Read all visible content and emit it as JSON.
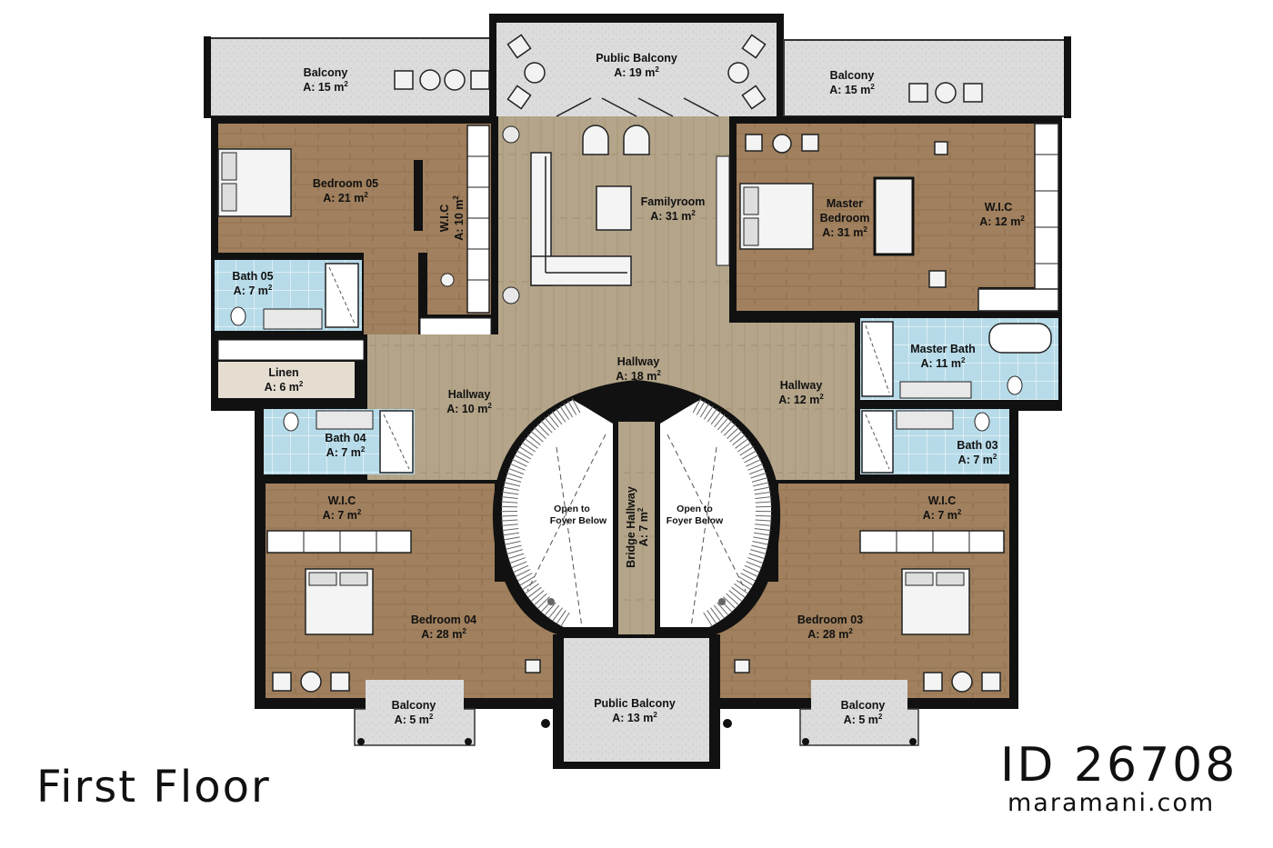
{
  "plan_title": "First Floor",
  "plan_id": "ID 26708",
  "website": "maramani.com",
  "area_superscript": "2",
  "colors": {
    "wood": "#a0805e",
    "hall": "#b4a58a",
    "tile": "#b7dbe9",
    "balcony": "#dcdcdc",
    "wall": "#111111",
    "stair": "#ffffff"
  },
  "rooms": {
    "balcony_nw": {
      "name": "Balcony",
      "area": "A: 15 m"
    },
    "public_balcony_top": {
      "name": "Public Balcony",
      "area": "A: 19 m"
    },
    "balcony_ne": {
      "name": "Balcony",
      "area": "A: 15 m"
    },
    "bedroom_05": {
      "name": "Bedroom 05",
      "area": "A: 21 m"
    },
    "wic_05": {
      "name": "W.I.C",
      "area": "A: 10 m"
    },
    "familyroom": {
      "name": "Familyroom",
      "area": "A: 31 m"
    },
    "master_bedroom": {
      "name_line1": "Master",
      "name_line2": "Bedroom",
      "area": "A: 31 m"
    },
    "wic_master": {
      "name": "W.I.C",
      "area": "A: 12 m"
    },
    "bath_05": {
      "name": "Bath 05",
      "area": "A: 7 m"
    },
    "linen": {
      "name": "Linen",
      "area": "A: 6 m"
    },
    "hallway_center": {
      "name": "Hallway",
      "area": "A: 18 m"
    },
    "hallway_left": {
      "name": "Hallway",
      "area": "A: 10 m"
    },
    "hallway_right": {
      "name": "Hallway",
      "area": "A: 12 m"
    },
    "master_bath": {
      "name": "Master Bath",
      "area": "A: 11 m"
    },
    "bath_04": {
      "name": "Bath 04",
      "area": "A: 7 m"
    },
    "bath_03": {
      "name": "Bath 03",
      "area": "A: 7 m"
    },
    "wic_04": {
      "name": "W.I.C",
      "area": "A: 7 m"
    },
    "wic_03": {
      "name": "W.I.C",
      "area": "A: 7 m"
    },
    "open_left": {
      "line1": "Open to",
      "line2": "Foyer Below"
    },
    "open_right": {
      "line1": "Open to",
      "line2": "Foyer Below"
    },
    "bridge_hallway": {
      "name": "Bridge Hallway",
      "area": "A: 7 m"
    },
    "bedroom_04": {
      "name": "Bedroom 04",
      "area": "A: 28 m"
    },
    "bedroom_03": {
      "name": "Bedroom 03",
      "area": "A: 28 m"
    },
    "balcony_sw": {
      "name": "Balcony",
      "area": "A: 5 m"
    },
    "public_balcony_bottom": {
      "name": "Public Balcony",
      "area": "A: 13 m"
    },
    "balcony_se": {
      "name": "Balcony",
      "area": "A: 5 m"
    }
  }
}
